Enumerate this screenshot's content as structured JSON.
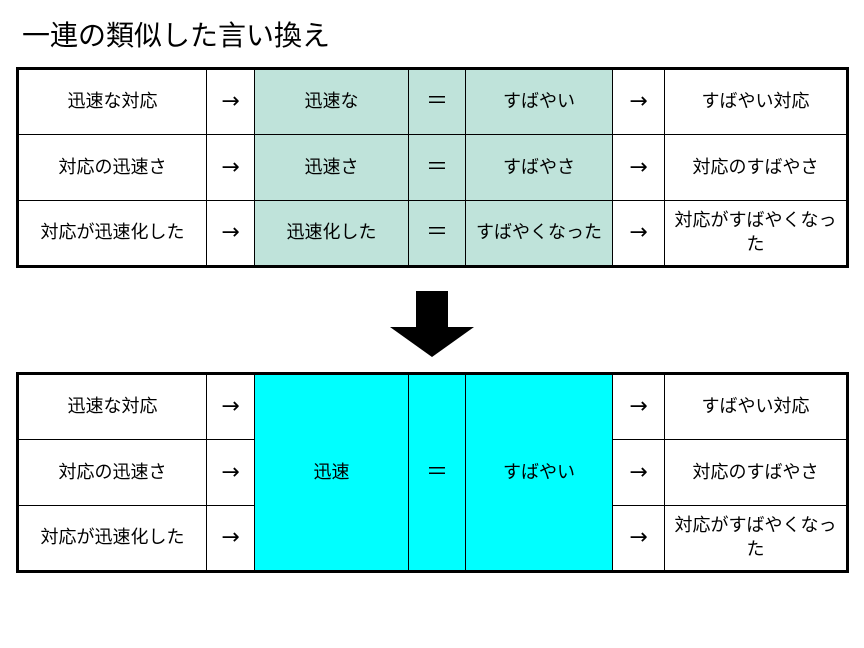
{
  "title": "一連の類似した言い換え",
  "colors": {
    "table1_highlight": "#bfe3da",
    "table2_highlight": "#00ffff",
    "border": "#000000",
    "arrow": "#000000"
  },
  "table1": {
    "rows": [
      {
        "source": "迅速な対応",
        "arrow1": "→",
        "phrase": "迅速な",
        "equals": "＝",
        "paraphrase": "すばやい",
        "arrow2": "→",
        "result": "すばやい対応"
      },
      {
        "source": "対応の迅速さ",
        "arrow1": "→",
        "phrase": "迅速さ",
        "equals": "＝",
        "paraphrase": "すばやさ",
        "arrow2": "→",
        "result": "対応のすばやさ"
      },
      {
        "source": "対応が迅速化した",
        "arrow1": "→",
        "phrase": "迅速化した",
        "equals": "＝",
        "paraphrase": "すばやくなった",
        "arrow2": "→",
        "result": "対応がすばやくなった"
      }
    ]
  },
  "table2": {
    "phrase": "迅速",
    "equals": "＝",
    "paraphrase": "すばやい",
    "rows": [
      {
        "source": "迅速な対応",
        "arrow1": "→",
        "arrow2": "→",
        "result": "すばやい対応"
      },
      {
        "source": "対応の迅速さ",
        "arrow1": "→",
        "arrow2": "→",
        "result": "対応のすばやさ"
      },
      {
        "source": "対応が迅速化した",
        "arrow1": "→",
        "arrow2": "→",
        "result": "対応がすばやくなった"
      }
    ]
  }
}
